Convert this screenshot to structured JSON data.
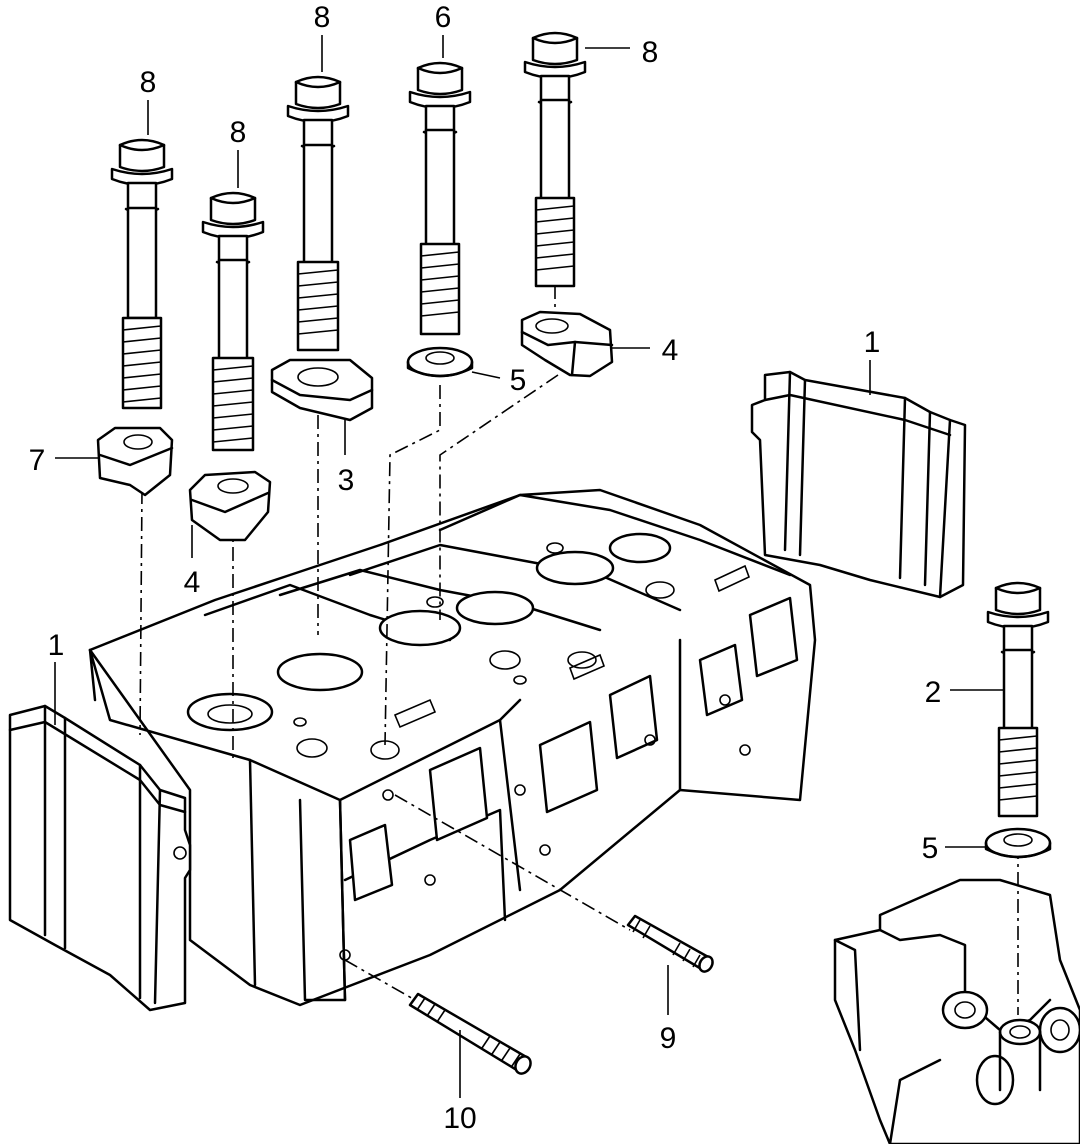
{
  "callouts": {
    "bolt_a": "8",
    "bolt_b": "8",
    "bolt_c": "8",
    "bolt_d": "6",
    "bolt_e": "8",
    "washer_c": "3",
    "washer_d": "5",
    "clamp_e": "4",
    "clamp_a": "7",
    "clamp_b": "4",
    "cover_right": "1",
    "cover_left": "1",
    "bolt_right": "2",
    "washer_right": "5",
    "stud_upper": "9",
    "stud_lower": "10"
  }
}
